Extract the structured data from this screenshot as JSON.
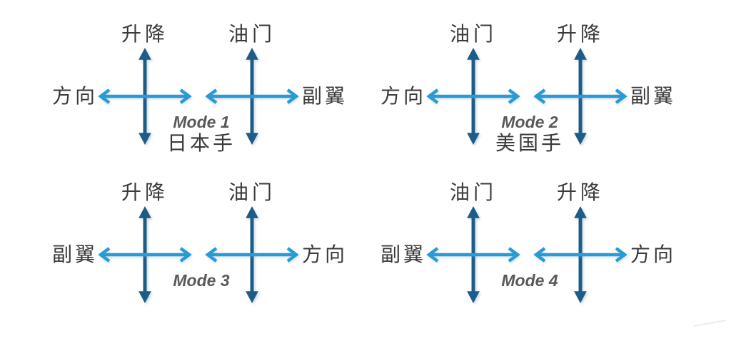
{
  "colors": {
    "page_bg": "#ffffff",
    "vertical_arrow": "#1d5c87",
    "horizontal_arrow": "#2a9ad6",
    "label_text": "#3a3a3c",
    "mode_text": "#58595b"
  },
  "modes": [
    {
      "mode_label": "Mode 1",
      "subtitle": "日本手",
      "left_stick": {
        "vertical_label": "升降",
        "horizontal_label": "方向"
      },
      "right_stick": {
        "vertical_label": "油门",
        "horizontal_label": "副翼"
      }
    },
    {
      "mode_label": "Mode 2",
      "subtitle": "美国手",
      "left_stick": {
        "vertical_label": "油门",
        "horizontal_label": "方向"
      },
      "right_stick": {
        "vertical_label": "升降",
        "horizontal_label": "副翼"
      }
    },
    {
      "mode_label": "Mode 3",
      "subtitle": "",
      "left_stick": {
        "vertical_label": "升降",
        "horizontal_label": "副翼"
      },
      "right_stick": {
        "vertical_label": "油门",
        "horizontal_label": "方向"
      }
    },
    {
      "mode_label": "Mode 4",
      "subtitle": "",
      "left_stick": {
        "vertical_label": "油门",
        "horizontal_label": "副翼"
      },
      "right_stick": {
        "vertical_label": "升降",
        "horizontal_label": "方向"
      }
    }
  ]
}
